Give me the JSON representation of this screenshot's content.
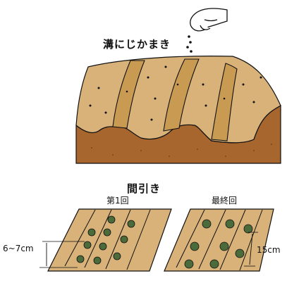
{
  "titles": {
    "sowing": "溝にじかまき",
    "thinning": "間引き"
  },
  "stages": {
    "first": "第1回",
    "final": "最終回"
  },
  "dimensions": {
    "first_spacing": "6~7cm",
    "final_spacing": "15cm"
  },
  "colors": {
    "soil_top": "#d9b27a",
    "soil_side": "#a8662f",
    "furrow": "#c99a52",
    "seedling": "#4b6b3a",
    "ink": "#111111"
  }
}
